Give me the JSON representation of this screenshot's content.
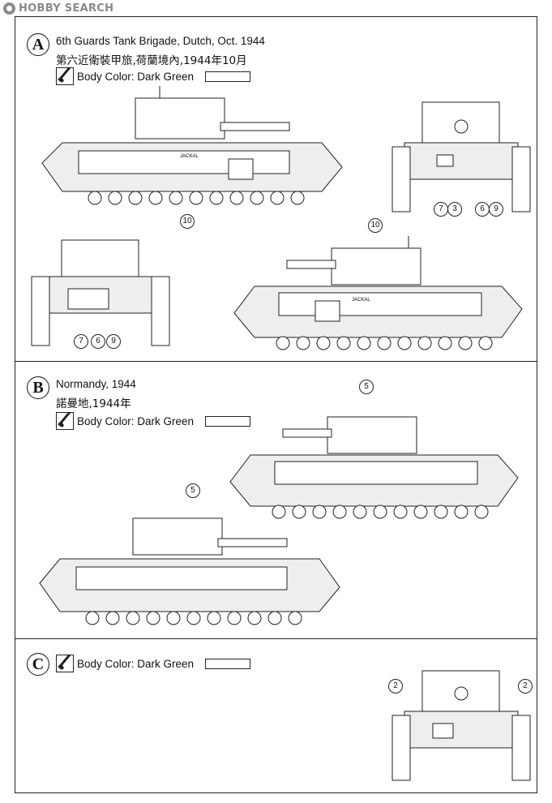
{
  "watermark": "HOBBY SEARCH",
  "sections": {
    "A": {
      "badge": "A",
      "title": "6th  Guards  Tank  Brigade,  Dutch,  Oct.  1944",
      "subtitle": "第六近衛裝甲旅,荷蘭境內,1944年10月",
      "color_label": "Body Color: Dark  Green",
      "callouts": {
        "side_top": "10",
        "iso_top": "10",
        "rear_front_1": "7",
        "rear_front_2": "3",
        "rear_front_3": "6",
        "rear_front_4": "9",
        "rear_back_1": "7",
        "rear_back_2": "6",
        "rear_back_3": "9"
      }
    },
    "B": {
      "badge": "B",
      "title": "Normandy,  1944",
      "subtitle": "諾曼地,1944年",
      "color_label": "Body Color: Dark  Green",
      "callouts": {
        "iso_turret": "5",
        "side_turret": "5"
      }
    },
    "C": {
      "badge": "C",
      "color_label": "Body Color: Dark  Green",
      "callouts": {
        "left": "2",
        "right": "2"
      }
    }
  },
  "colors": {
    "body": "#ffffff",
    "line": "#222222",
    "hull_shade": "#e6e6e6"
  }
}
